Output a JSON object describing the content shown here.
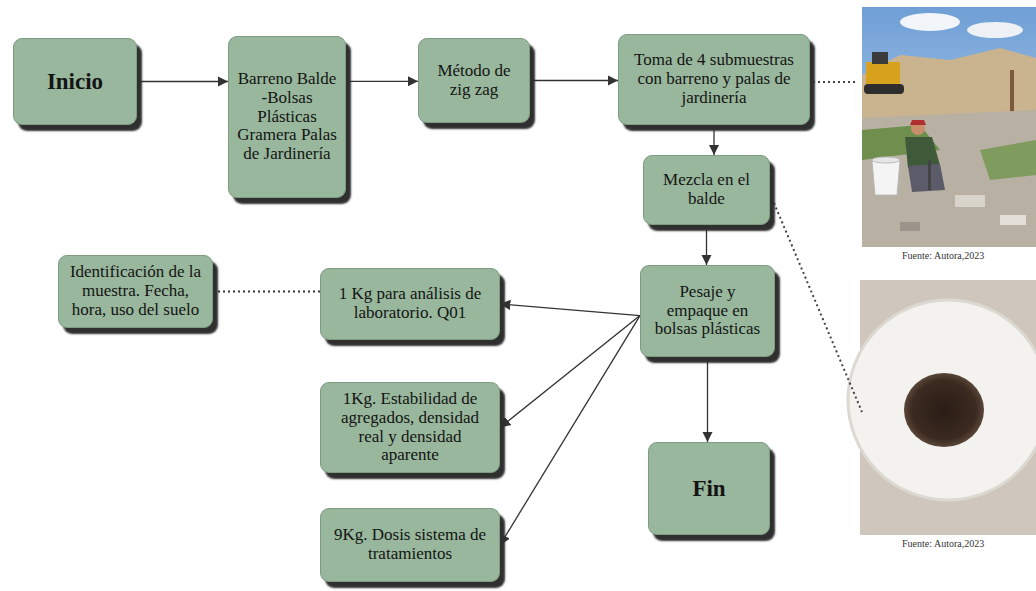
{
  "diagram": {
    "nodes": [
      {
        "text": [
          "Inicio"
        ]
      },
      {
        "text": [
          "Barreno Balde -Bolsas Plásticas Gramera Palas de Jardinería"
        ]
      },
      {
        "text": [
          "Método de zig zag"
        ]
      },
      {
        "text": [
          "Toma de 4 submuestras con barreno y palas de jardinería"
        ]
      },
      {
        "text": [
          "Mezcla en el balde"
        ]
      },
      {
        "text": [
          "Pesaje y empaque en bolsas plásticas"
        ]
      },
      {
        "text": [
          "1 Kg para análisis de laboratorio. Q01"
        ]
      },
      {
        "text": [
          "Identificación de la muestra. Fecha, hora, uso del suelo"
        ]
      },
      {
        "text": [
          "1Kg. Estabilidad de agregados, densidad real y densidad aparente"
        ]
      },
      {
        "text": [
          "9Kg. Dosis sistema de tratamientos"
        ]
      },
      {
        "text": [
          "Fin"
        ]
      }
    ],
    "edges": [
      {
        "from": 0,
        "to": 1,
        "arrow": "to"
      },
      {
        "from": 1,
        "to": 2,
        "arrow": "to"
      },
      {
        "from": 2,
        "to": 3,
        "arrow": "to"
      },
      {
        "from": 3,
        "to": 4,
        "arrow": "to"
      },
      {
        "from": 4,
        "to": 5,
        "arrow": "to"
      },
      {
        "from": 5,
        "to": 6,
        "arrow": "to"
      },
      {
        "from": 7,
        "to": 6,
        "arrow": "none"
      },
      {
        "from": 5,
        "to": 8,
        "arrow": "to"
      },
      {
        "from": 5,
        "to": 9,
        "arrow": "to"
      },
      {
        "from": 5,
        "to": 10,
        "arrow": "to"
      }
    ],
    "labels": [
      "Fuente: Autora,2023",
      "Fuente: Autora,2023"
    ]
  }
}
